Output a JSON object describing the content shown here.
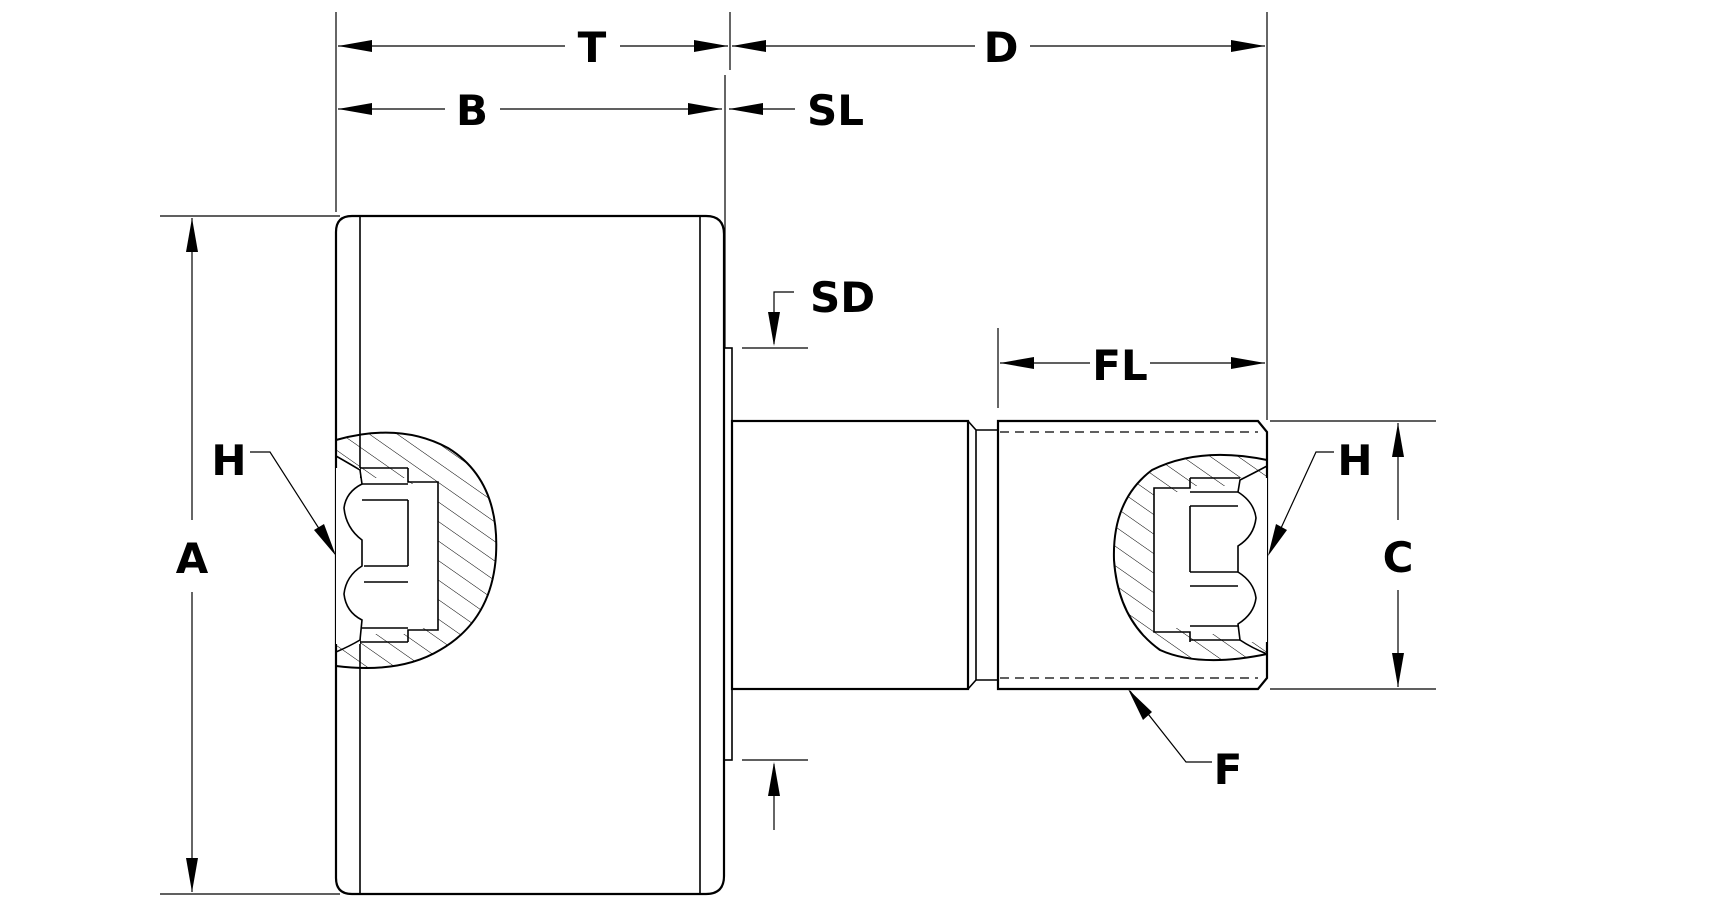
{
  "title": "",
  "labels": {
    "T": "T",
    "D": "D",
    "B": "B",
    "SL": "SL",
    "SD": "SD",
    "FL": "FL",
    "A": "A",
    "H_left": "H",
    "H_right": "H",
    "C": "C",
    "F": "F"
  },
  "colors": {
    "line": "#000000",
    "background": "#ffffff"
  }
}
